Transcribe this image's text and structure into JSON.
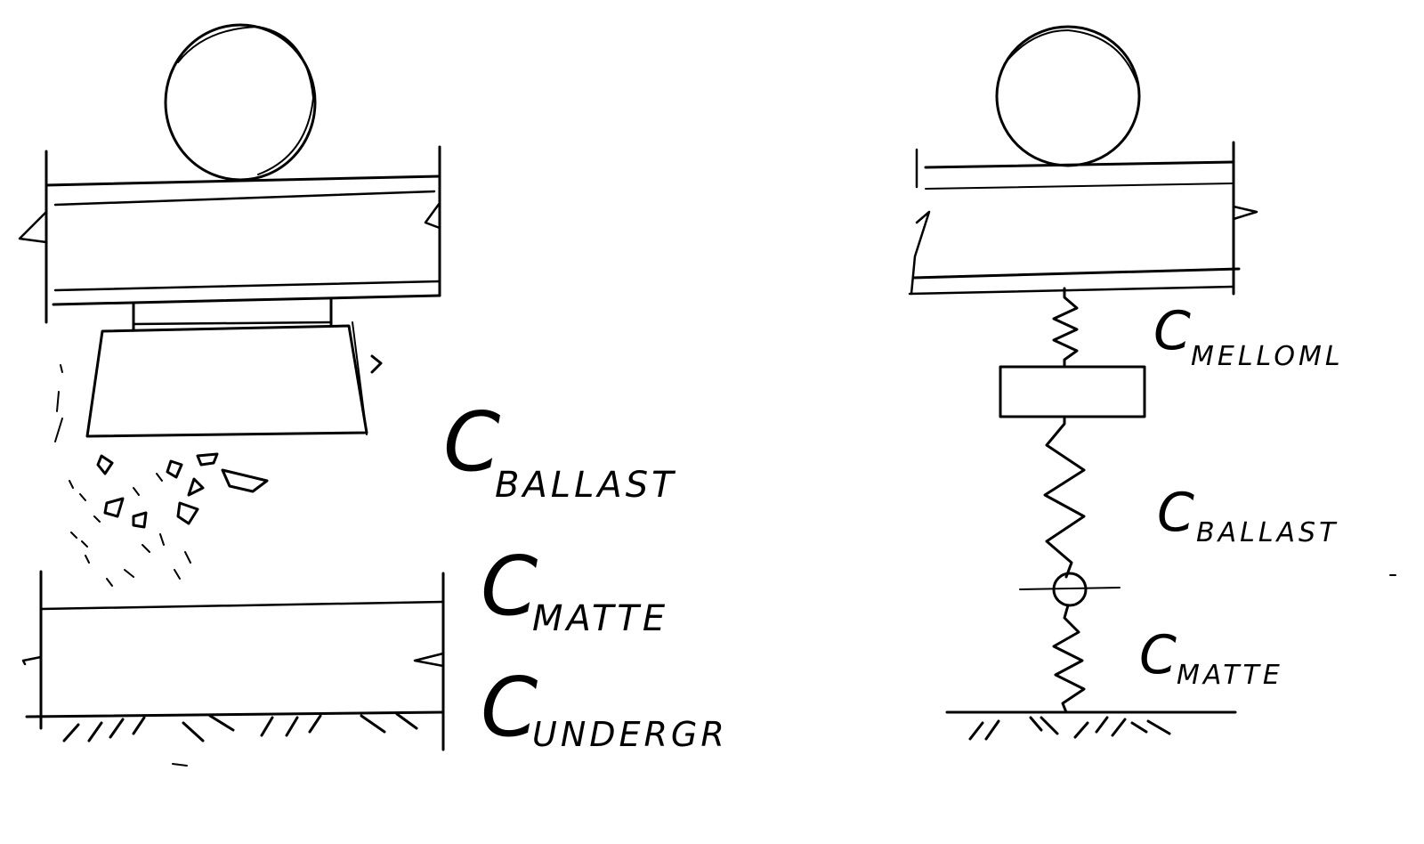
{
  "left_model": {
    "labels": {
      "ballast": {
        "main": "C",
        "sub": "BALLAST"
      },
      "matte": {
        "main": "C",
        "sub": "MATTE"
      },
      "undergr": {
        "main": "C",
        "sub": "UNDERGR"
      }
    }
  },
  "right_model": {
    "labels": {
      "mellomlag": {
        "main": "C",
        "sub": "MELLOML"
      },
      "ballast": {
        "main": "C",
        "sub": "BALLAST"
      },
      "matte": {
        "main": "C",
        "sub": "MATTE"
      }
    }
  }
}
